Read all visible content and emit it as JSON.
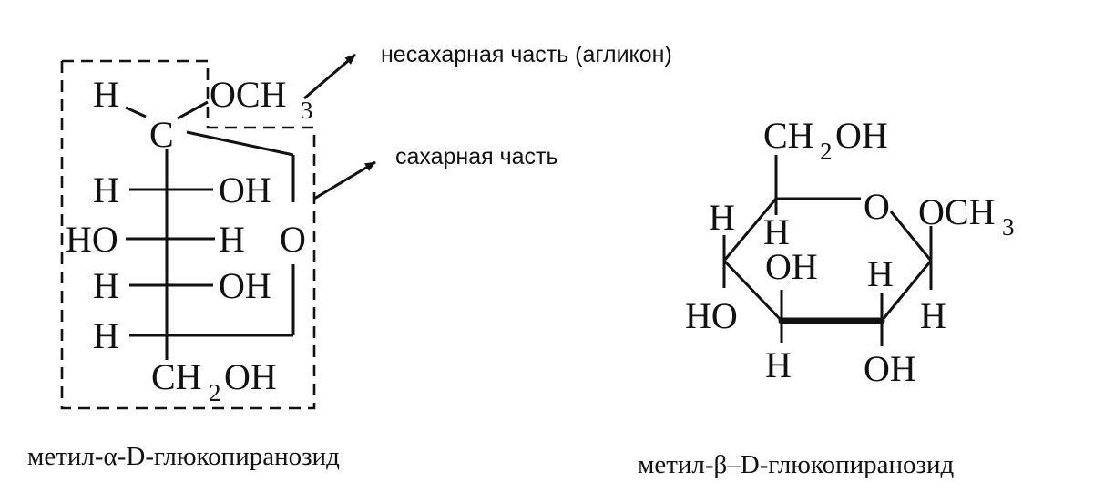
{
  "alpha": {
    "anomeric_h": "H",
    "anomeric_c": "C",
    "aglycone_group": "OCH",
    "aglycone_sub": "3",
    "row2": {
      "left": "H",
      "right": "OH"
    },
    "row3": {
      "left": "HO",
      "right": "H"
    },
    "row4": {
      "left": "H",
      "right": "OH"
    },
    "row5": {
      "left": "H"
    },
    "ring_oxygen": "O",
    "bottom_left": "CH",
    "bottom_sub": "2",
    "bottom_right": "OH",
    "caption": "метил-α-D-глюкопиранозид"
  },
  "annotations": {
    "aglycone_label": "несахарная часть (агликон)",
    "sugar_label": "сахарная часть"
  },
  "beta": {
    "top_left": "CH",
    "top_sub": "2",
    "top_right": "OH",
    "ring_oxygen": "O",
    "methoxy": "OCH",
    "methoxy_sub": "3",
    "c4_h": "H",
    "c5_h": "H",
    "c4_ho": "HO",
    "c3_oh": "OH",
    "c2_h_up": "H",
    "c1_h": "H",
    "c3_h_down": "H",
    "c2_oh_down": "OH",
    "caption": "метил-β–D-глюкопиранозид"
  },
  "icons": [
    "arrow-icon",
    "arrow-icon"
  ]
}
